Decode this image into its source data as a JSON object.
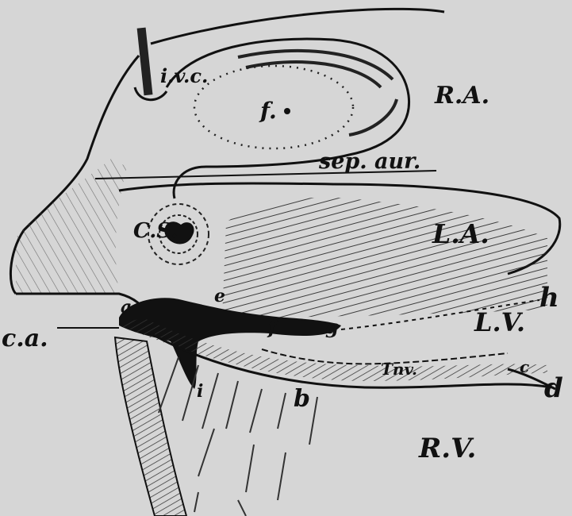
{
  "figure": {
    "labels": {
      "ivc": "i.v.c.",
      "fo": "f.",
      "ra": "R.A.",
      "sep_aur": "sep. aur.",
      "la": "L.A.",
      "cs": "C.S.",
      "h": "h",
      "lv": "L.V.",
      "a": "a",
      "e": "e",
      "ca": "c.a.",
      "f": "f",
      "g": "g",
      "tnv": "Tnv.",
      "c": "c",
      "d": "d",
      "i": "i",
      "b": "b",
      "rv": "R.V."
    }
  }
}
